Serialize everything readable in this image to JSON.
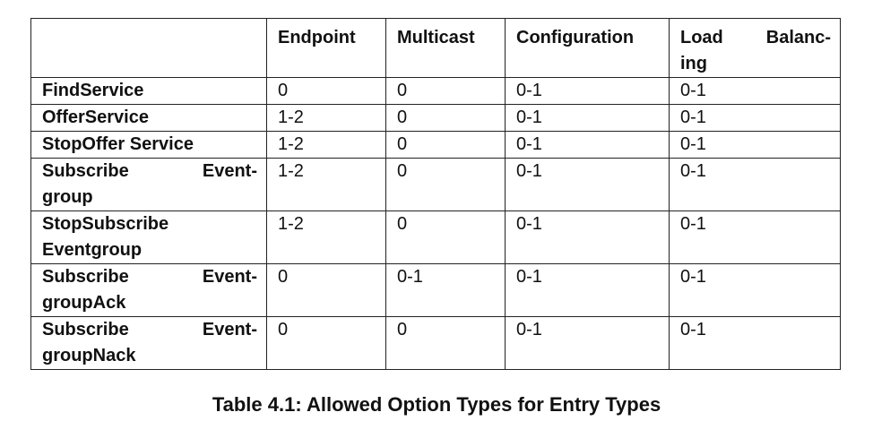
{
  "table": {
    "headers": {
      "entry": "",
      "endpoint": "Endpoint",
      "multicast": "Multicast",
      "configuration": "Configuration",
      "load_balancing_line1": "Load Balanc-",
      "load_balancing_line2": "ing"
    },
    "rows": [
      {
        "label_line1": "FindService",
        "label_line2": "",
        "endpoint": "0",
        "multicast": "0",
        "configuration": "0-1",
        "load_balancing": "0-1"
      },
      {
        "label_line1": "OfferService",
        "label_line2": "",
        "endpoint": "1-2",
        "multicast": "0",
        "configuration": "0-1",
        "load_balancing": "0-1"
      },
      {
        "label_line1": "StopOffer Service",
        "label_line2": "",
        "endpoint": "1-2",
        "multicast": "0",
        "configuration": "0-1",
        "load_balancing": "0-1"
      },
      {
        "label_line1": "Subscribe Event-",
        "label_line2": "group",
        "endpoint": "1-2",
        "multicast": "0",
        "configuration": "0-1",
        "load_balancing": "0-1"
      },
      {
        "label_line1": "StopSubscribe",
        "label_line2": "Eventgroup",
        "endpoint": "1-2",
        "multicast": "0",
        "configuration": "0-1",
        "load_balancing": "0-1"
      },
      {
        "label_line1": "Subscribe Event-",
        "label_line2": "groupAck",
        "endpoint": "0",
        "multicast": "0-1",
        "configuration": "0-1",
        "load_balancing": "0-1"
      },
      {
        "label_line1": "Subscribe Event-",
        "label_line2": "groupNack",
        "endpoint": "0",
        "multicast": "0",
        "configuration": "0-1",
        "load_balancing": "0-1"
      }
    ]
  },
  "caption": "Table 4.1: Allowed Option Types for Entry Types"
}
